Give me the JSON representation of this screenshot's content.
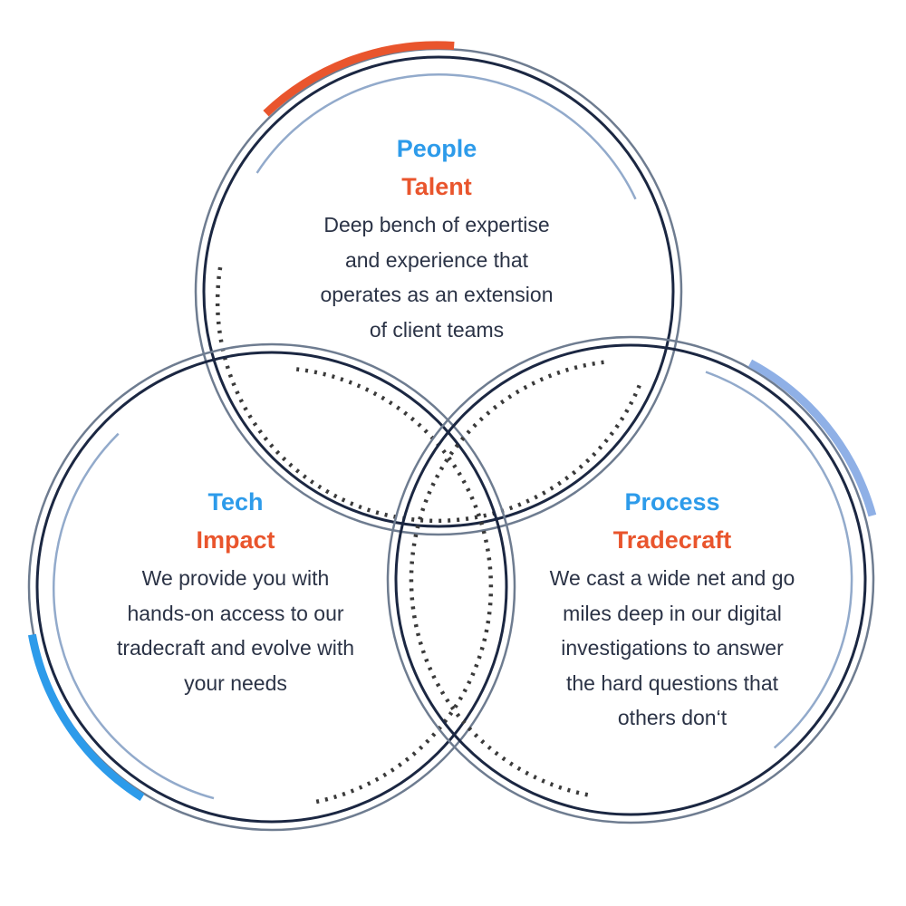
{
  "colors": {
    "primary": "#2d9bea",
    "accent": "#e9552d",
    "outer_ring": "#6e7c90",
    "inner_ring": "#1b2742",
    "thin_arc": "#92aacb",
    "dotted": "#3a3a3a",
    "body_text": "#2b3346",
    "highlight_light": "#8fb0e6"
  },
  "circles": {
    "people": {
      "title": "People",
      "subtitle": "Talent",
      "description": "Deep bench of expertise and experience that operates as an extension of client teams",
      "lines": [
        "Deep bench of expertise",
        "and experience that",
        "operates as an extension",
        "of client teams"
      ]
    },
    "tech": {
      "title": "Tech",
      "subtitle": "Impact",
      "description": "We provide you with hands-on access to our tradecraft and evolve with your needs",
      "lines": [
        "We provide you with",
        "hands-on access to our",
        "tradecraft and evolve with",
        "your needs"
      ]
    },
    "process": {
      "title": "Process",
      "subtitle": "Tradecraft",
      "description": "We cast a wide net and go miles deep in our digital investigations to answer the hard questions that others don't",
      "lines": [
        "We cast a wide net and go",
        "miles deep in our digital",
        "investigations to answer",
        "the hard questions that",
        "others don‘t"
      ]
    }
  }
}
